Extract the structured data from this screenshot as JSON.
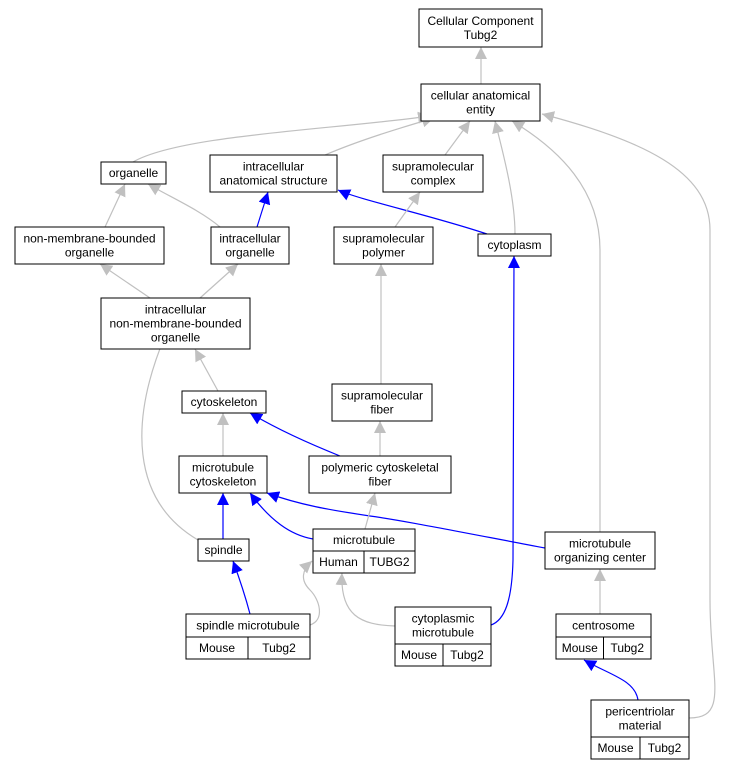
{
  "colors": {
    "gray_edge": "#c0c0c0",
    "blue_edge": "#0000ff",
    "human_fill": "#fa6b57",
    "mouse_fill": "#add8e6",
    "node_fill": "#ffffff"
  },
  "nodes": [
    {
      "id": "cc_root",
      "lines": [
        "Cellular Component",
        "Tubg2"
      ]
    },
    {
      "id": "cellular_anatomical_entity",
      "lines": [
        "cellular anatomical",
        "entity"
      ]
    },
    {
      "id": "organelle",
      "lines": [
        "organelle"
      ]
    },
    {
      "id": "intracellular_anatomical_structure",
      "lines": [
        "intracellular",
        "anatomical structure"
      ]
    },
    {
      "id": "supramolecular_complex",
      "lines": [
        "supramolecular",
        "complex"
      ]
    },
    {
      "id": "non_membrane_bounded_organelle",
      "lines": [
        "non-membrane-bounded",
        "organelle"
      ]
    },
    {
      "id": "intracellular_organelle",
      "lines": [
        "intracellular",
        "organelle"
      ]
    },
    {
      "id": "supramolecular_polymer",
      "lines": [
        "supramolecular",
        "polymer"
      ]
    },
    {
      "id": "cytoplasm",
      "lines": [
        "cytoplasm"
      ]
    },
    {
      "id": "intracellular_nmb_organelle",
      "lines": [
        "intracellular",
        "non-membrane-bounded",
        "organelle"
      ]
    },
    {
      "id": "cytoskeleton",
      "lines": [
        "cytoskeleton"
      ]
    },
    {
      "id": "supramolecular_fiber",
      "lines": [
        "supramolecular",
        "fiber"
      ]
    },
    {
      "id": "microtubule_cytoskeleton",
      "lines": [
        "microtubule",
        "cytoskeleton"
      ]
    },
    {
      "id": "polymeric_cytoskeletal_fiber",
      "lines": [
        "polymeric cytoskeletal",
        "fiber"
      ]
    },
    {
      "id": "spindle",
      "lines": [
        "spindle"
      ]
    },
    {
      "id": "microtubule",
      "lines": [
        "microtubule"
      ],
      "species": [
        {
          "label": "Human",
          "fill": "#fa6b57"
        },
        {
          "label": "TUBG2",
          "fill": "#fa6b57"
        }
      ]
    },
    {
      "id": "mtoc",
      "lines": [
        "microtubule",
        "organizing center"
      ]
    },
    {
      "id": "spindle_microtubule",
      "lines": [
        "spindle microtubule"
      ],
      "species": [
        {
          "label": "Mouse",
          "fill": "#add8e6"
        },
        {
          "label": "Tubg2",
          "fill": "#add8e6"
        }
      ]
    },
    {
      "id": "cytoplasmic_microtubule",
      "lines": [
        "cytoplasmic",
        "microtubule"
      ],
      "species": [
        {
          "label": "Mouse",
          "fill": "#add8e6"
        },
        {
          "label": "Tubg2",
          "fill": "#add8e6"
        }
      ]
    },
    {
      "id": "centrosome",
      "lines": [
        "centrosome"
      ],
      "species": [
        {
          "label": "Mouse",
          "fill": "#add8e6"
        },
        {
          "label": "Tubg2",
          "fill": "#add8e6"
        }
      ]
    },
    {
      "id": "pericentriolar_material",
      "lines": [
        "pericentriolar",
        "material"
      ],
      "species": [
        {
          "label": "Mouse",
          "fill": "#add8e6"
        },
        {
          "label": "Tubg2",
          "fill": "#add8e6"
        }
      ]
    }
  ],
  "edges": [
    {
      "from": "cellular_anatomical_entity",
      "to": "cc_root",
      "kind": "is_a"
    },
    {
      "from": "organelle",
      "to": "cellular_anatomical_entity",
      "kind": "is_a"
    },
    {
      "from": "intracellular_anatomical_structure",
      "to": "cellular_anatomical_entity",
      "kind": "is_a"
    },
    {
      "from": "supramolecular_complex",
      "to": "cellular_anatomical_entity",
      "kind": "is_a"
    },
    {
      "from": "cytoplasm",
      "to": "cellular_anatomical_entity",
      "kind": "is_a"
    },
    {
      "from": "mtoc",
      "to": "cellular_anatomical_entity",
      "kind": "is_a"
    },
    {
      "from": "pericentriolar_material",
      "to": "cellular_anatomical_entity",
      "kind": "is_a"
    },
    {
      "from": "non_membrane_bounded_organelle",
      "to": "organelle",
      "kind": "is_a"
    },
    {
      "from": "intracellular_organelle",
      "to": "organelle",
      "kind": "is_a"
    },
    {
      "from": "intracellular_organelle",
      "to": "intracellular_anatomical_structure",
      "kind": "part_of"
    },
    {
      "from": "cytoplasm",
      "to": "intracellular_anatomical_structure",
      "kind": "part_of"
    },
    {
      "from": "supramolecular_polymer",
      "to": "supramolecular_complex",
      "kind": "is_a"
    },
    {
      "from": "intracellular_nmb_organelle",
      "to": "non_membrane_bounded_organelle",
      "kind": "is_a"
    },
    {
      "from": "intracellular_nmb_organelle",
      "to": "intracellular_organelle",
      "kind": "is_a"
    },
    {
      "from": "supramolecular_fiber",
      "to": "supramolecular_polymer",
      "kind": "is_a"
    },
    {
      "from": "cytoskeleton",
      "to": "intracellular_nmb_organelle",
      "kind": "is_a"
    },
    {
      "from": "spindle",
      "to": "intracellular_nmb_organelle",
      "kind": "is_a"
    },
    {
      "from": "microtubule_cytoskeleton",
      "to": "cytoskeleton",
      "kind": "is_a"
    },
    {
      "from": "polymeric_cytoskeletal_fiber",
      "to": "cytoskeleton",
      "kind": "part_of"
    },
    {
      "from": "polymeric_cytoskeletal_fiber",
      "to": "supramolecular_fiber",
      "kind": "is_a"
    },
    {
      "from": "spindle",
      "to": "microtubule_cytoskeleton",
      "kind": "part_of"
    },
    {
      "from": "microtubule",
      "to": "microtubule_cytoskeleton",
      "kind": "part_of"
    },
    {
      "from": "mtoc",
      "to": "microtubule_cytoskeleton",
      "kind": "part_of"
    },
    {
      "from": "microtubule",
      "to": "polymeric_cytoskeletal_fiber",
      "kind": "is_a"
    },
    {
      "from": "spindle_microtubule",
      "to": "spindle",
      "kind": "part_of"
    },
    {
      "from": "spindle_microtubule",
      "to": "microtubule",
      "kind": "is_a"
    },
    {
      "from": "cytoplasmic_microtubule",
      "to": "microtubule",
      "kind": "is_a"
    },
    {
      "from": "cytoplasmic_microtubule",
      "to": "cytoplasm",
      "kind": "part_of"
    },
    {
      "from": "centrosome",
      "to": "mtoc",
      "kind": "is_a"
    },
    {
      "from": "pericentriolar_material",
      "to": "centrosome",
      "kind": "part_of"
    }
  ]
}
